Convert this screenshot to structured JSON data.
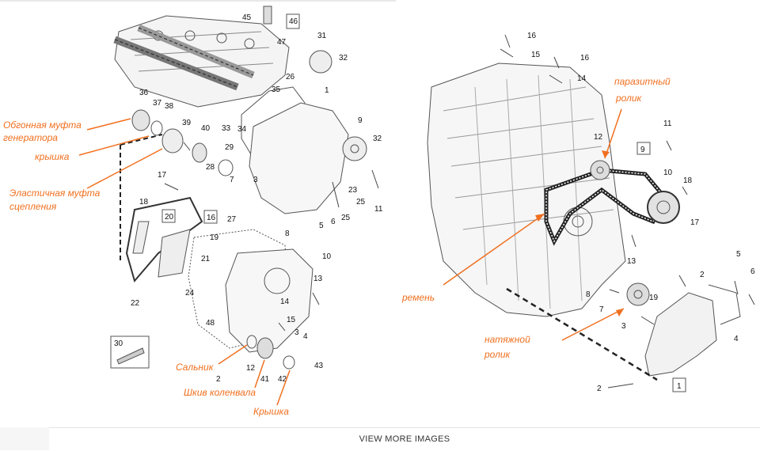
{
  "footer": {
    "view_more_label": "VIEW MORE IMAGES"
  },
  "colors": {
    "annotation": "#f07020",
    "linework": "#555555",
    "background": "#ffffff"
  },
  "left_diagram": {
    "annotations": {
      "overrunning_clutch_line1": "Обгонная муфта",
      "overrunning_clutch_line2": "генератора",
      "cover": "крышка",
      "elastic_coupling_line1": "Эластичная муфта",
      "elastic_coupling_line2": "сцепления",
      "oil_seal": "Сальник",
      "crank_pulley": "Шкив коленвала",
      "cover_lower": "Крышка"
    },
    "part_numbers": [
      "45",
      "46",
      "47",
      "31",
      "32",
      "26",
      "35",
      "1",
      "36",
      "37",
      "38",
      "39",
      "40",
      "33",
      "34",
      "9",
      "32",
      "29",
      "28",
      "7",
      "3",
      "23",
      "25",
      "11",
      "5",
      "6",
      "25",
      "8",
      "17",
      "18",
      "20",
      "16",
      "27",
      "19",
      "21",
      "24",
      "10",
      "13",
      "14",
      "22",
      "48",
      "15",
      "3",
      "4",
      "30",
      "12",
      "2",
      "41",
      "42",
      "43"
    ]
  },
  "right_diagram": {
    "annotations": {
      "idler_line1": "паразитный",
      "idler_line2": "ролик",
      "belt": "ремень",
      "tensioner_line1": "натяжной",
      "tensioner_line2": "ролик"
    },
    "part_numbers": [
      "16",
      "15",
      "16",
      "14",
      "11",
      "9",
      "12",
      "10",
      "18",
      "17",
      "13",
      "2",
      "5",
      "6",
      "8",
      "19",
      "7",
      "3",
      "4",
      "2",
      "1"
    ]
  }
}
